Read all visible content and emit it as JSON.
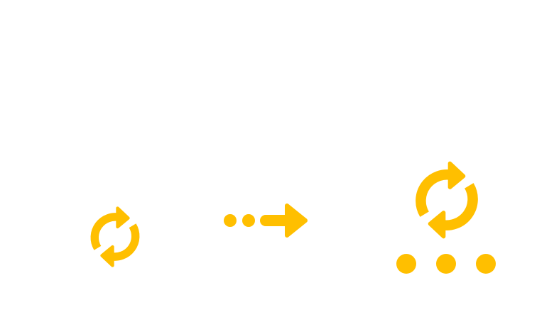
{
  "colors": {
    "accent": "#FFBF00",
    "background": "#FFFFFF"
  },
  "icons": [
    {
      "name": "refresh-icon",
      "size": "small"
    },
    {
      "name": "dotted-arrow-right-icon"
    },
    {
      "name": "refresh-icon",
      "size": "large"
    },
    {
      "name": "ellipsis-dots-icon",
      "count": 3
    }
  ]
}
